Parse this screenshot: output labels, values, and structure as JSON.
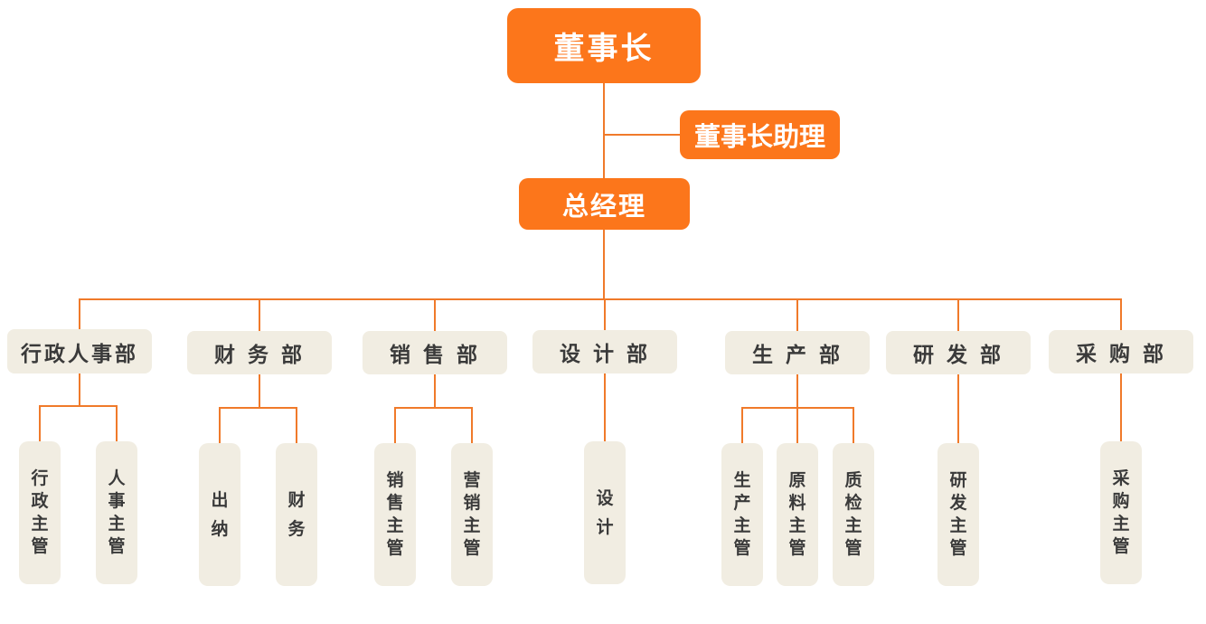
{
  "org_chart": {
    "chairman": {
      "label": "董事长"
    },
    "chairman_assistant": {
      "label": "董事长助理"
    },
    "general_manager": {
      "label": "总经理"
    },
    "departments": [
      {
        "id": "admin-hr",
        "label": "行政人事部",
        "subs": [
          "行政主管",
          "人事主管"
        ]
      },
      {
        "id": "finance",
        "label": "财 务 部",
        "subs": [
          "出纳",
          "财务"
        ]
      },
      {
        "id": "sales",
        "label": "销 售 部",
        "subs": [
          "销售主管",
          "营销主管"
        ]
      },
      {
        "id": "design",
        "label": "设 计 部",
        "subs": [
          "设计"
        ]
      },
      {
        "id": "production",
        "label": "生 产 部",
        "subs": [
          "生产主管",
          "原料主管",
          "质检主管"
        ]
      },
      {
        "id": "rnd",
        "label": "研 发 部",
        "subs": [
          "研发主管"
        ]
      },
      {
        "id": "purchasing",
        "label": "采 购 部",
        "subs": [
          "采购主管"
        ]
      }
    ]
  },
  "colors": {
    "accent_orange": "#fc761b",
    "line_orange": "#f07a2a",
    "box_beige": "#f1ede2",
    "text_dark": "#3a3a3a",
    "text_light": "#ffffff"
  }
}
